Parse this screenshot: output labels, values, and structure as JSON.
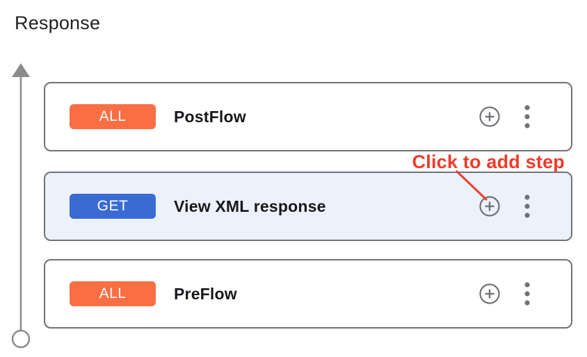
{
  "panel": {
    "title": "Response"
  },
  "annotation": {
    "text": "Click to add step",
    "color": "#ee3b2b"
  },
  "flows": [
    {
      "verb": "ALL",
      "verb_color": "#fa6e44",
      "name": "PostFlow",
      "background": "#ffffff",
      "selected": false
    },
    {
      "verb": "GET",
      "verb_color": "#3a6bd2",
      "name": "View XML response",
      "background": "#edf1fb",
      "selected": true
    },
    {
      "verb": "ALL",
      "verb_color": "#fa6e44",
      "name": "PreFlow",
      "background": "#ffffff",
      "selected": false
    }
  ],
  "icons": {
    "add_step": "plus-in-circle",
    "more_options": "kebab-vertical",
    "flow_direction": "up-arrow-with-start-circle"
  },
  "colors": {
    "card_border": "#6e7277",
    "timeline_gray": "#8b8b8b",
    "icon_gray": "#6f7377",
    "title_text": "#202124",
    "flow_name_text": "#17181b"
  }
}
